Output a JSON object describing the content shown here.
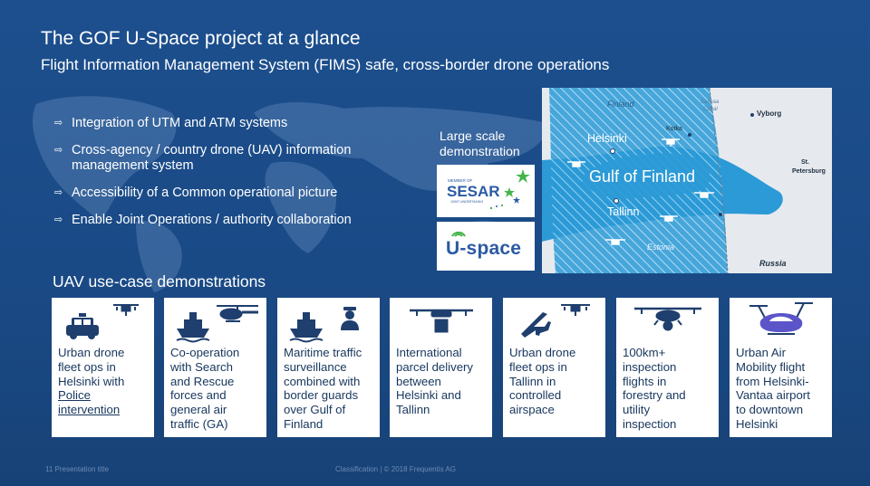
{
  "slide": {
    "title": "The GOF U-Space project at a glance",
    "subtitle": "Flight Information Management System (FIMS) safe, cross-border drone operations",
    "bullet_glyph": "⇨",
    "bullets": [
      "Integration  of UTM and ATM systems",
      "Cross-agency / country drone (UAV) information management system",
      "Accessibility of a Common operational picture",
      "Enable Joint Operations  / authority collaboration"
    ],
    "large_scale_demo": "Large scale demonstration",
    "sesar_logo_small": "MEMBER OF",
    "sesar_logo_text": "SESAR",
    "sesar_logo_sub": "JOINT UNDERTAKING",
    "uspace_logo_text": "U-space",
    "section_title": "UAV use-case demonstrations",
    "footer_left": "11  Presentation title",
    "footer_mid": "Classification  |  © 2018 Frequentis AG"
  },
  "map": {
    "labels": {
      "finland": "Finland",
      "helsinki": "Helsinki",
      "gulf": "Gulf of Finland",
      "tallinn": "Tallinn",
      "estonia": "Estonia",
      "russia": "Russia",
      "vyborg": "Vyborg",
      "kotka": "Kotka",
      "st": "St.",
      "petersburg": "Petersburg",
      "saimaa_1": "Saimaa",
      "saimaa_2": "Canal"
    }
  },
  "cards": [
    {
      "lines": [
        "Urban drone",
        "fleet ops in",
        "Helsinki with"
      ],
      "underlined": [
        "Police",
        "intervention"
      ],
      "icons": [
        "police-car-icon",
        "drone-icon"
      ]
    },
    {
      "lines": [
        "Co-operation",
        "with Search",
        "and Rescue",
        "forces and",
        "general air",
        "traffic (GA)"
      ],
      "underlined": [],
      "icons": [
        "ship-icon",
        "helicopter-icon"
      ]
    },
    {
      "lines": [
        "Maritime traffic",
        "surveillance",
        "combined with",
        "border guards",
        "over Gulf of",
        "Finland"
      ],
      "underlined": [],
      "icons": [
        "ship-icon",
        "border-guard-icon"
      ]
    },
    {
      "lines": [
        "International",
        "parcel delivery",
        "between",
        "Helsinki and",
        "Tallinn"
      ],
      "underlined": [],
      "icons": [
        "parcel-drone-icon"
      ]
    },
    {
      "lines": [
        "Urban drone",
        "fleet ops in",
        "Tallinn in",
        "controlled",
        "airspace"
      ],
      "underlined": [],
      "icons": [
        "airplane-icon",
        "drone-icon"
      ]
    },
    {
      "lines": [
        "100km+",
        "inspection",
        "flights in",
        "forestry and",
        "utility",
        "inspection"
      ],
      "underlined": [],
      "icons": [
        "inspection-drone-icon"
      ]
    },
    {
      "lines": [
        "Urban Air",
        "Mobility flight",
        "from Helsinki-",
        "Vantaa airport",
        "to downtown",
        "Helsinki"
      ],
      "underlined": [],
      "icons": [
        "air-taxi-icon"
      ]
    }
  ],
  "colors": {
    "background": "#1d4f8e",
    "card_text": "#17365d",
    "icon": "#1f3f6e",
    "map_sea": "#2b9ad6",
    "uspace_blue": "#2b5aa3",
    "sesar_blue": "#2b5aa3",
    "sesar_green": "#43b549"
  }
}
